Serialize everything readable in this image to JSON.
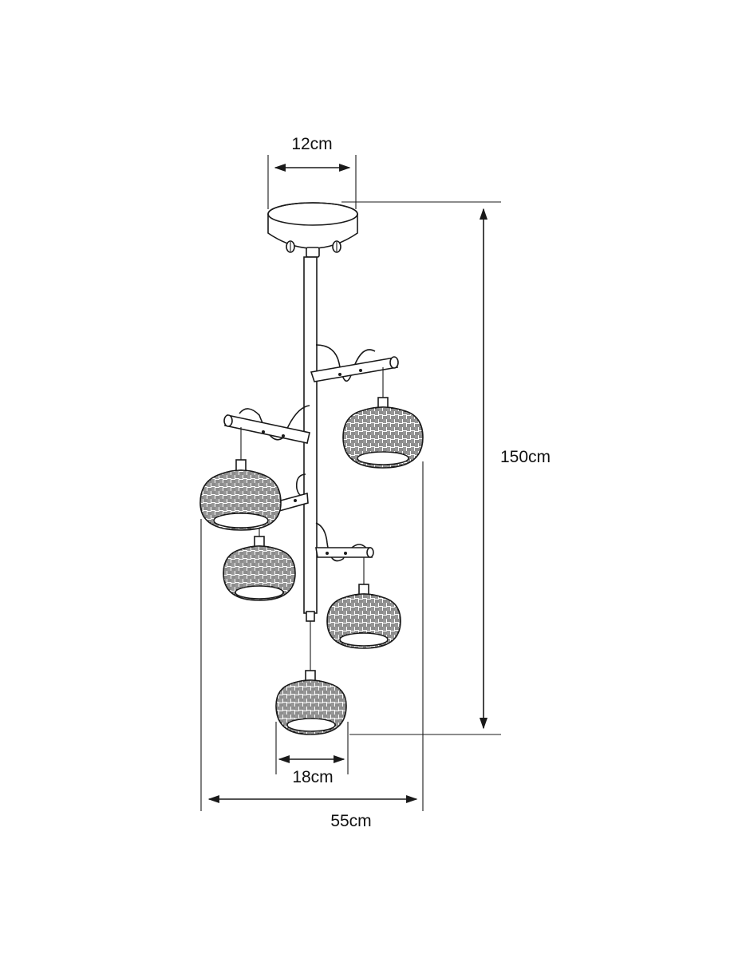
{
  "dimensions": {
    "canopy_width": "12cm",
    "total_height": "150cm",
    "shade_width": "18cm",
    "overall_width": "55cm"
  },
  "colors": {
    "line": "#1a1a1a",
    "background": "#ffffff"
  }
}
